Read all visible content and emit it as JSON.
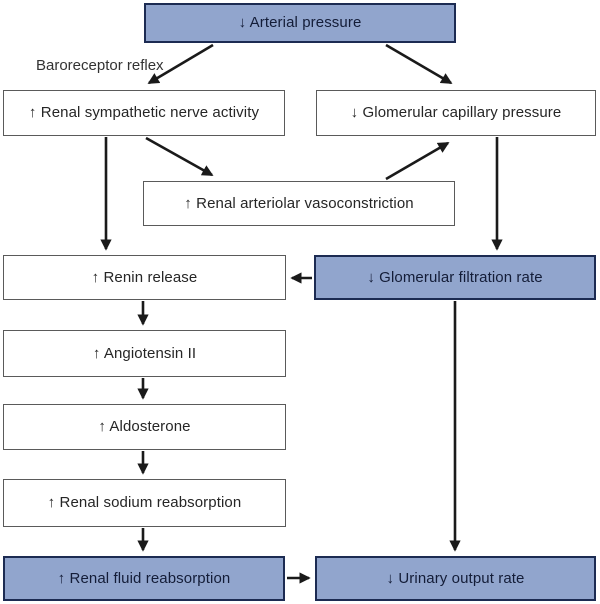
{
  "diagram": {
    "type": "flowchart",
    "annotation": {
      "baroreceptor_reflex": "Baroreceptor reflex"
    },
    "colors": {
      "highlight_fill": "#91a5cd",
      "highlight_border": "#1c2b52",
      "plain_fill": "#ffffff",
      "plain_border": "#5a5a5a",
      "arrow": "#1a1a1a",
      "text": "#262626",
      "highlight_text": "#141d38",
      "background": "#ffffff"
    },
    "nodes": {
      "arterial_pressure": {
        "label": "↓ Arterial pressure",
        "emphasis": true
      },
      "renal_sympathetic_nerve_activity": {
        "label": "↑ Renal sympathetic nerve activity",
        "emphasis": false
      },
      "glomerular_capillary_pressure": {
        "label": "↓ Glomerular capillary pressure",
        "emphasis": false
      },
      "renal_arteriolar_vasoconstriction": {
        "label": "↑ Renal arteriolar vasoconstriction",
        "emphasis": false
      },
      "renin_release": {
        "label": "↑ Renin release",
        "emphasis": false
      },
      "glomerular_filtration_rate": {
        "label": "↓ Glomerular filtration rate",
        "emphasis": true
      },
      "angiotensin_ii": {
        "label": "↑ Angiotensin II",
        "emphasis": false
      },
      "aldosterone": {
        "label": "↑ Aldosterone",
        "emphasis": false
      },
      "renal_sodium_reabsorption": {
        "label": "↑ Renal sodium reabsorption",
        "emphasis": false
      },
      "renal_fluid_reabsorption": {
        "label": "↑ Renal fluid reabsorption",
        "emphasis": true
      },
      "urinary_output_rate": {
        "label": "↓ Urinary output rate",
        "emphasis": true
      }
    },
    "edges": [
      {
        "from": "arterial_pressure",
        "to": "renal_sympathetic_nerve_activity",
        "label": "Baroreceptor reflex"
      },
      {
        "from": "arterial_pressure",
        "to": "glomerular_capillary_pressure"
      },
      {
        "from": "renal_sympathetic_nerve_activity",
        "to": "renin_release"
      },
      {
        "from": "renal_sympathetic_nerve_activity",
        "to": "renal_arteriolar_vasoconstriction"
      },
      {
        "from": "renal_arteriolar_vasoconstriction",
        "to": "glomerular_capillary_pressure"
      },
      {
        "from": "glomerular_capillary_pressure",
        "to": "glomerular_filtration_rate"
      },
      {
        "from": "glomerular_filtration_rate",
        "to": "renin_release"
      },
      {
        "from": "renin_release",
        "to": "angiotensin_ii"
      },
      {
        "from": "angiotensin_ii",
        "to": "aldosterone"
      },
      {
        "from": "aldosterone",
        "to": "renal_sodium_reabsorption"
      },
      {
        "from": "renal_sodium_reabsorption",
        "to": "renal_fluid_reabsorption"
      },
      {
        "from": "renal_fluid_reabsorption",
        "to": "urinary_output_rate"
      },
      {
        "from": "glomerular_filtration_rate",
        "to": "urinary_output_rate"
      }
    ]
  }
}
